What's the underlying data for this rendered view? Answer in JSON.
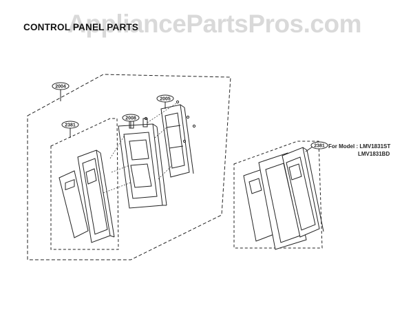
{
  "title": "CONTROL PANEL PARTS",
  "watermark": "AppliancePartsPros.com",
  "callouts": {
    "assembly": "2004",
    "frame_left": "2381",
    "panel_middle": "2008",
    "pcb": "2005",
    "frame_right": "2381"
  },
  "model_note": {
    "prefix": "For Model : LMV1831ST",
    "second": "LMV1831BD"
  }
}
